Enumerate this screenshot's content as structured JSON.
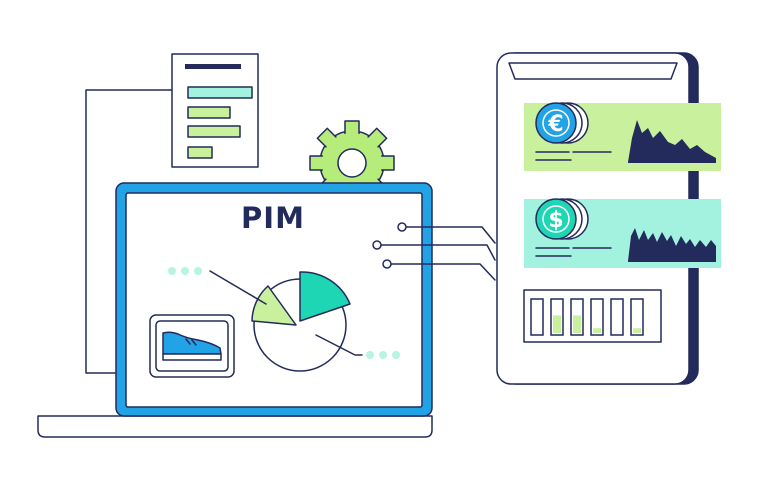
{
  "laptop": {
    "title": "PIM",
    "chart_segments": [
      {
        "name": "light-green-slice",
        "share": 0.18
      },
      {
        "name": "teal-slice",
        "share": 0.22
      },
      {
        "name": "outline-remainder",
        "share": 0.6
      }
    ]
  },
  "phone": {
    "cards": [
      {
        "currency_symbol": "€",
        "accent": "#d4f5a2",
        "coin_color": "#22a3e6"
      },
      {
        "currency_symbol": "$",
        "accent": "#a3f2e0",
        "coin_color": "#1fd6b4"
      }
    ],
    "level_bars": [
      0.0,
      0.55,
      0.55,
      0.15,
      0.0,
      0.15
    ]
  },
  "colors": {
    "navy": "#232a5c",
    "blue": "#22a3e6",
    "teal": "#1fd6b4",
    "light_green": "#c9f09c",
    "mint": "#b9f4e3",
    "gear": "#b5ec7a"
  },
  "icons": [
    "gear-icon",
    "euro-coin-icon",
    "dollar-coin-icon",
    "sneaker-icon",
    "document-icon"
  ]
}
